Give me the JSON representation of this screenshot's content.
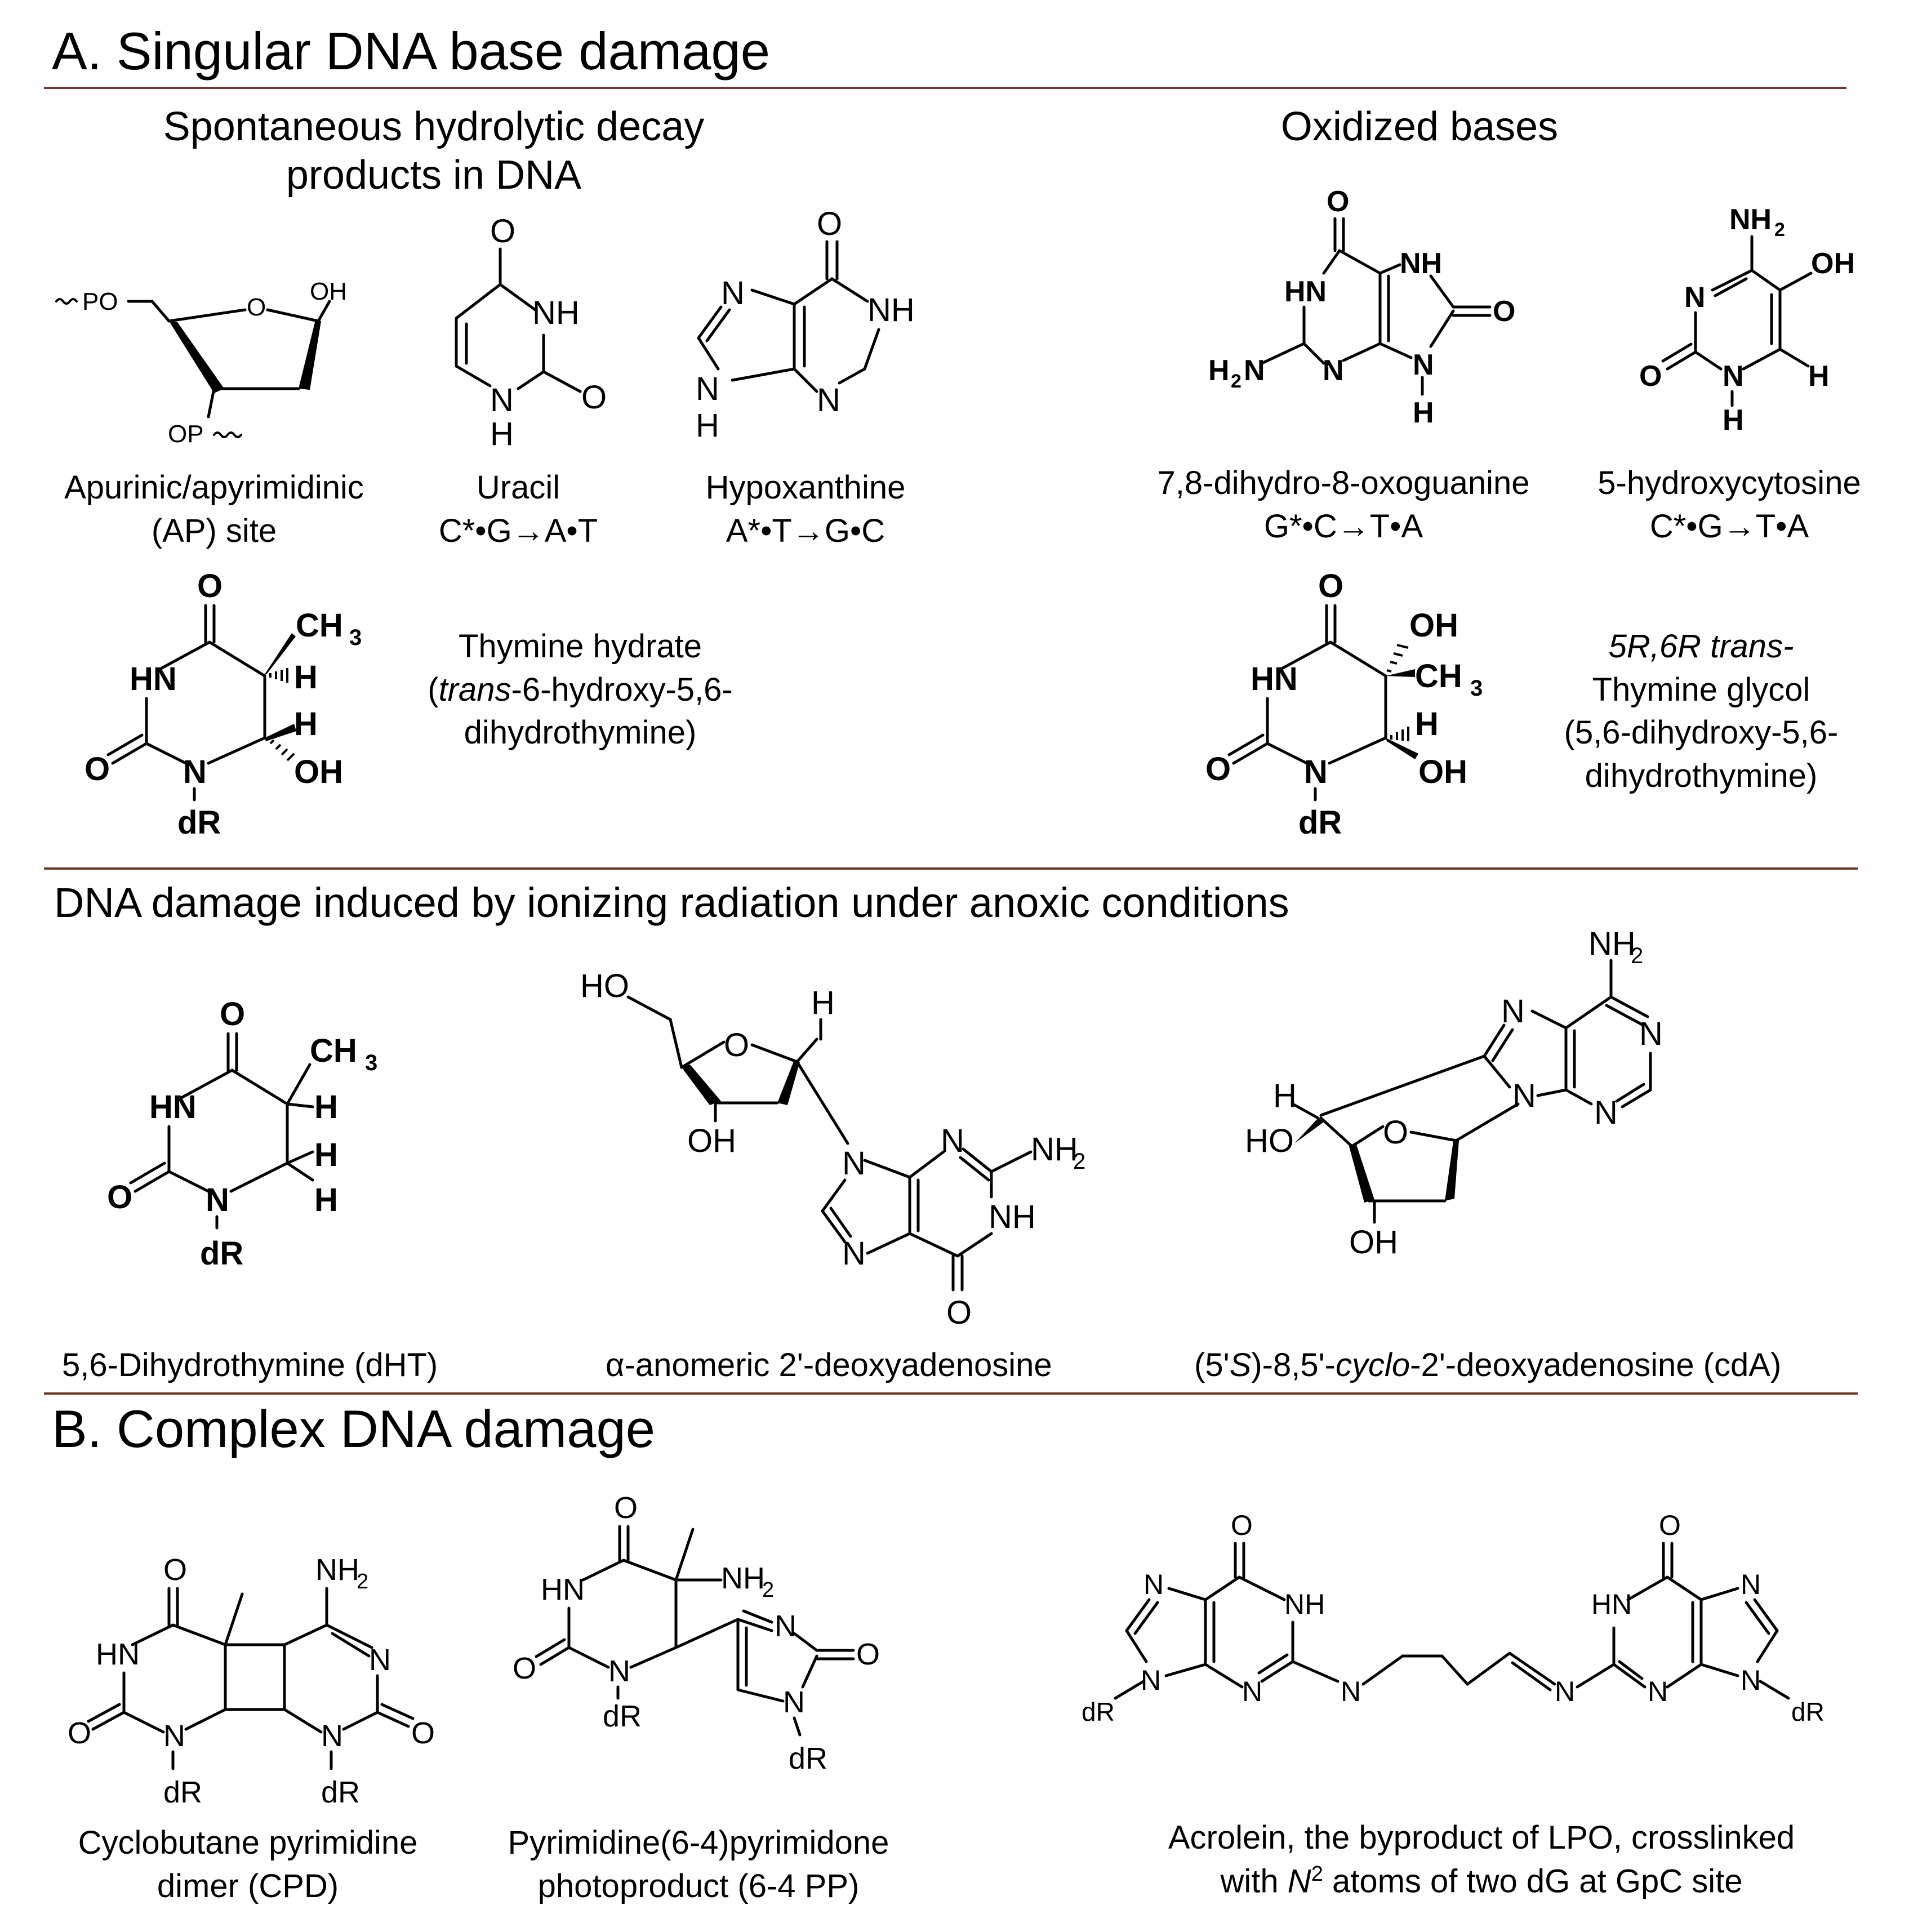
{
  "section_a": {
    "title": "A. Singular DNA base damage",
    "hydrolytic": {
      "heading_line1": "Spontaneous hydrolytic decay",
      "heading_line2": "products in DNA",
      "ap_site": {
        "line1": "Apurinic/apyrimidinic",
        "line2": "(AP) site"
      },
      "uracil": {
        "line1": "Uracil",
        "line2": "C*•G→A•T"
      },
      "hypoxanthine": {
        "line1": "Hypoxanthine",
        "line2": "A*•T→G•C"
      },
      "thymine_hydrate": {
        "line1": "Thymine hydrate",
        "line2_pre": "(",
        "line2_italic": "trans",
        "line2_post": "-6-hydroxy-5,6-",
        "line3": "dihydrothymine)"
      }
    },
    "oxidized": {
      "heading": "Oxidized bases",
      "oxoguanine": {
        "line1": "7,8-dihydro-8-oxoguanine",
        "line2": "G*•C→T•A"
      },
      "hydroxycytosine": {
        "line1": "5-hydroxycytosine",
        "line2": "C*•G→T•A"
      },
      "thymine_glycol": {
        "line1": "5R,6R trans-",
        "line2": "Thymine glycol",
        "line3": "(5,6-dihydroxy-5,6-",
        "line4": "dihydrothymine)"
      }
    },
    "ionizing": {
      "heading": "DNA damage induced by ionizing radiation under anoxic conditions",
      "dht": "5,6-Dihydrothymine (dHT)",
      "alpha": "α-anomeric 2'-deoxyadenosine",
      "cda": {
        "pre": "(5'",
        "s": "S",
        "mid": ")-8,5'-",
        "cyclo": "cyclo",
        "post": "-2'-deoxyadenosine (cdA)"
      }
    }
  },
  "section_b": {
    "title": "B. Complex DNA damage",
    "cpd": {
      "line1": "Cyclobutane pyrimidine",
      "line2": "dimer (CPD)"
    },
    "pp64": {
      "line1": "Pyrimidine(6-4)pyrimidone",
      "line2": "photoproduct (6-4 PP)"
    },
    "acrolein": {
      "line1": "Acrolein, the byproduct of LPO, crosslinked",
      "line2_pre": "with ",
      "line2_n": "N",
      "line2_sup": "2",
      "line2_post": " atoms of two dG at GpC site"
    }
  },
  "atoms": {
    "O": "O",
    "N": "N",
    "NH": "NH",
    "HN": "HN",
    "H": "H",
    "OH": "OH",
    "HO": "HO",
    "NH2": "NH",
    "sub2": "2",
    "H2N": "H",
    "CH3": "CH",
    "sub3": "3",
    "dR": "dR",
    "PO": "PO",
    "OP": "OP"
  }
}
